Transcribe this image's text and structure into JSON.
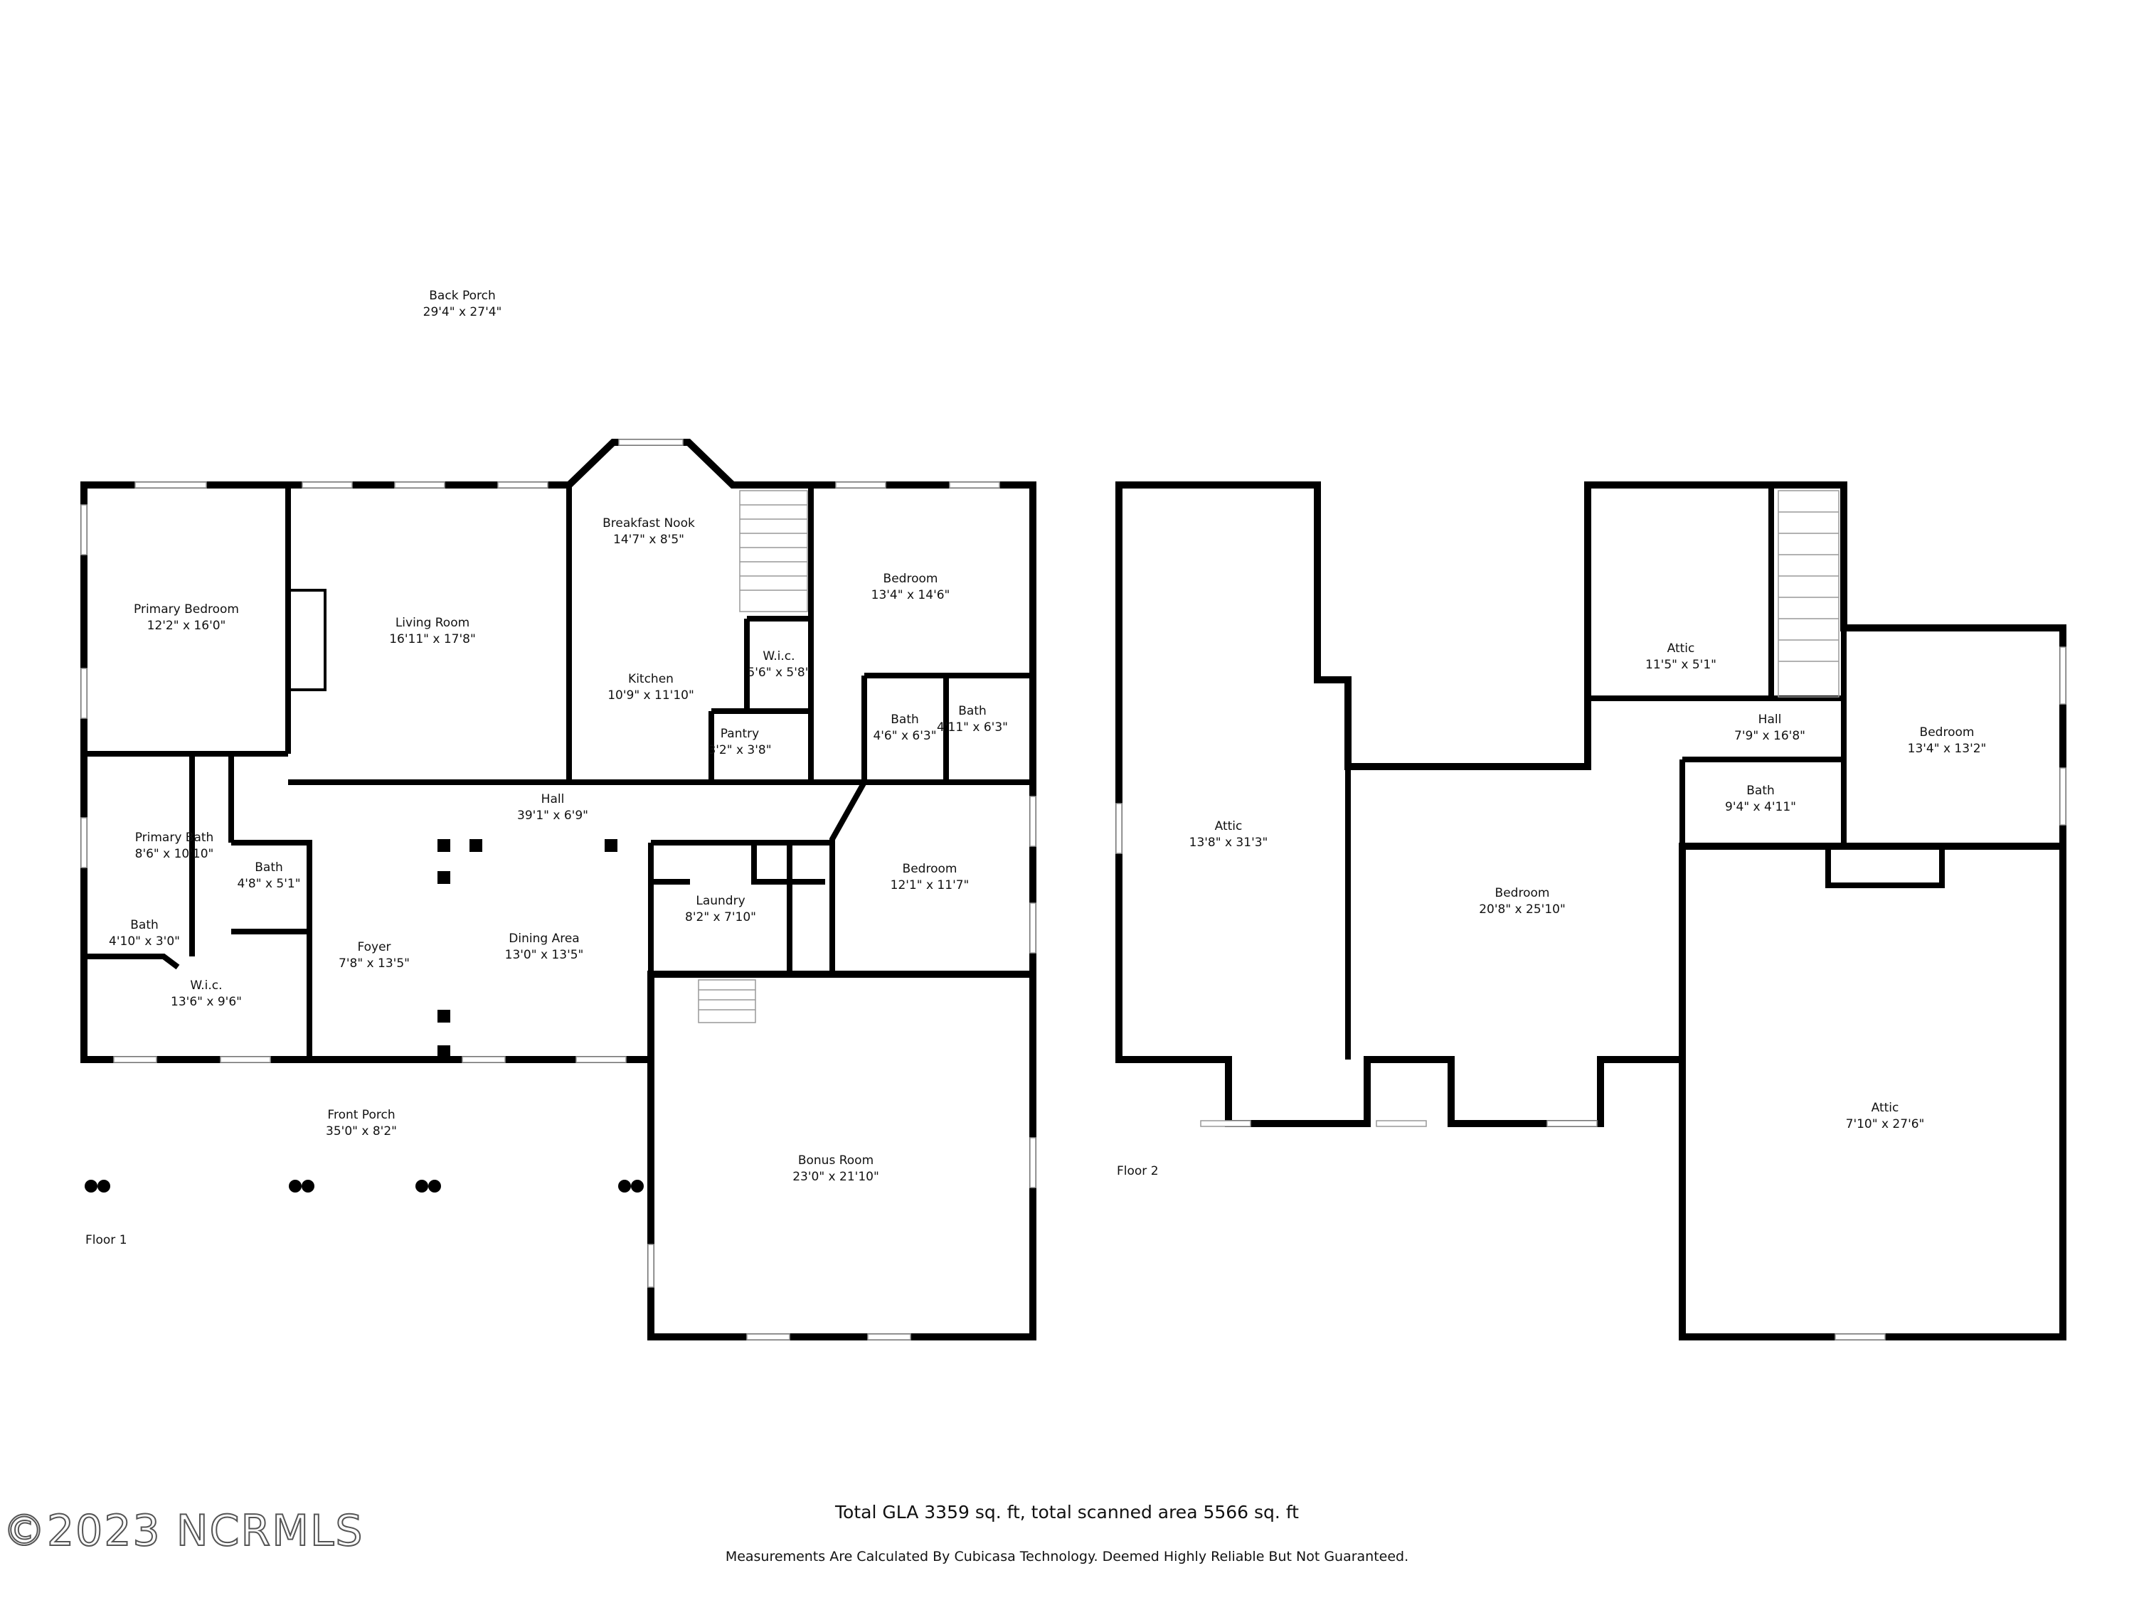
{
  "floors": [
    {
      "label": "Floor 1",
      "rooms": [
        {
          "name": "Back Porch",
          "dims": "29'4\" x 27'4\""
        },
        {
          "name": "Breakfast Nook",
          "dims": "14'7\" x 8'5\""
        },
        {
          "name": "Primary Bedroom",
          "dims": "12'2\" x 16'0\""
        },
        {
          "name": "Living Room",
          "dims": "16'11\" x 17'8\""
        },
        {
          "name": "Bedroom",
          "dims": "13'4\" x 14'6\""
        },
        {
          "name": "W.i.c.",
          "dims": "5'6\" x 5'8\""
        },
        {
          "name": "Kitchen",
          "dims": "10'9\" x 11'10\""
        },
        {
          "name": "Pantry",
          "dims": "3'2\" x 3'8\""
        },
        {
          "name": "Bath",
          "dims": "4'6\" x 6'3\""
        },
        {
          "name": "Bath",
          "dims": "4'11\" x 6'3\""
        },
        {
          "name": "Hall",
          "dims": "39'1\" x 6'9\""
        },
        {
          "name": "Primary Bath",
          "dims": "8'6\" x 10'10\""
        },
        {
          "name": "Bath",
          "dims": "4'8\" x 5'1\""
        },
        {
          "name": "Bedroom",
          "dims": "12'1\" x 11'7\""
        },
        {
          "name": "Laundry",
          "dims": "8'2\" x 7'10\""
        },
        {
          "name": "Bath",
          "dims": "4'10\" x 3'0\""
        },
        {
          "name": "Foyer",
          "dims": "7'8\" x 13'5\""
        },
        {
          "name": "Dining Area",
          "dims": "13'0\" x 13'5\""
        },
        {
          "name": "W.i.c.",
          "dims": "13'6\" x 9'6\""
        },
        {
          "name": "Front Porch",
          "dims": "35'0\" x 8'2\""
        },
        {
          "name": "Bonus Room",
          "dims": "23'0\" x 21'10\""
        }
      ]
    },
    {
      "label": "Floor 2",
      "rooms": [
        {
          "name": "Attic",
          "dims": "13'8\" x 31'3\""
        },
        {
          "name": "Attic",
          "dims": "11'5\" x 5'1\""
        },
        {
          "name": "Hall",
          "dims": "7'9\" x 16'8\""
        },
        {
          "name": "Bedroom",
          "dims": "13'4\" x 13'2\""
        },
        {
          "name": "Bath",
          "dims": "9'4\" x 4'11\""
        },
        {
          "name": "Bedroom",
          "dims": "20'8\" x 25'10\""
        },
        {
          "name": "Attic",
          "dims": "7'10\" x 27'6\""
        }
      ]
    }
  ],
  "summary": {
    "total": "Total GLA 3359 sq. ft, total scanned area 5566 sq. ft",
    "disclaimer": "Measurements Are Calculated By Cubicasa Technology. Deemed Highly Reliable But Not Guaranteed.",
    "watermark": "©2023 NCRMLS"
  }
}
